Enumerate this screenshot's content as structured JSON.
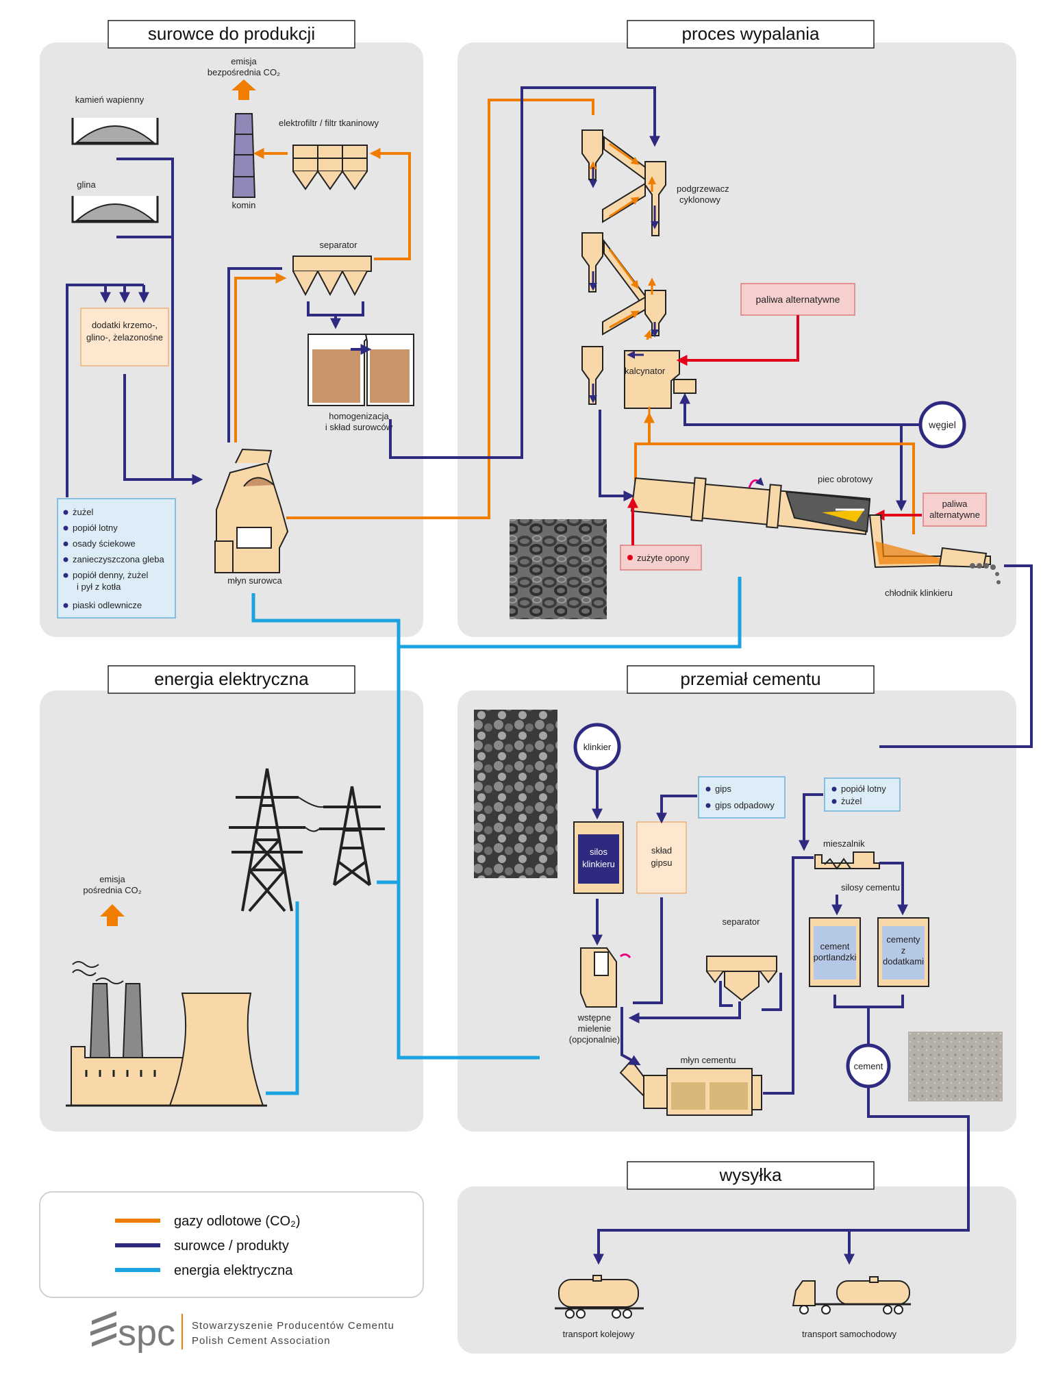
{
  "panels": {
    "raw": {
      "title": "surowce do produkcji"
    },
    "kiln": {
      "title": "proces wypalania"
    },
    "energy": {
      "title": "energia elektryczna"
    },
    "grinding": {
      "title": "przemiał cementu"
    },
    "shipping": {
      "title": "wysyłka"
    }
  },
  "raw": {
    "limestone": "kamień wapienny",
    "clay": "glina",
    "additives": [
      "dodatki krzemo-,",
      "glino-, żelazonośne"
    ],
    "emission": [
      "emisja",
      "bezpośrednia CO₂"
    ],
    "filter": "elektrofiltr / filtr tkaninowy",
    "chimney": "komin",
    "separator": "separator",
    "homogenization": [
      "homogenizacja",
      "i skład surowców"
    ],
    "mill": "młyn surowca",
    "alt_materials": [
      "żużel",
      "popiół lotny",
      "osady ściekowe",
      "zanieczyszczona gleba",
      "popiół denny, żużel",
      "i pył z kotła",
      "piaski odlewnicze"
    ]
  },
  "kiln": {
    "preheater": [
      "podgrzewacz",
      "cyklonowy"
    ],
    "alt_fuel_top": "paliwa alternatywne",
    "calciner": "kalcynator",
    "coal": "węgiel",
    "rotary_kiln": "piec obrotowy",
    "alt_fuel_right": [
      "paliwa",
      "alternatywne"
    ],
    "tyres": "zużyte opony",
    "cooler": "chłodnik klinkieru"
  },
  "energy": {
    "emission": [
      "emisja",
      "pośrednia CO₂"
    ]
  },
  "grinding": {
    "clinker": "klinkier",
    "clinker_silo": [
      "silos",
      "klinkieru"
    ],
    "gypsum_store": [
      "skład",
      "gipsu"
    ],
    "gypsum": [
      "gips",
      "gips odpadowy"
    ],
    "ash": [
      "popiół lotny",
      "żużel"
    ],
    "mixer": "mieszalnik",
    "cement_silos": "silosy cementu",
    "separator": "separator",
    "silo1": [
      "cement",
      "portlandzki"
    ],
    "silo2": [
      "cementy",
      "z",
      "dodatkami"
    ],
    "pregrinding": [
      "wstępne",
      "mielenie",
      "(opcjonalnie)"
    ],
    "mill": "młyn cementu",
    "cement": "cement"
  },
  "shipping": {
    "rail": "transport kolejowy",
    "road": "transport samochodowy"
  },
  "legend": {
    "items": [
      {
        "label": "gazy odlotowe (CO₂)",
        "color": "#ef7d00"
      },
      {
        "label": "surowce / produkty",
        "color": "#2e2a7f"
      },
      {
        "label": "energia elektryczna",
        "color": "#1aa3e0"
      }
    ]
  },
  "logo": {
    "mark": "spc",
    "line1": "Stowarzyszenie Producentów Cementu",
    "line2": "Polish Cement Association"
  },
  "colors": {
    "orange": "#ef7d00",
    "navy": "#2e2a7f",
    "blue": "#1aa3e0",
    "panel": "#e6e6e6",
    "equipment": "#f8d7a8"
  }
}
